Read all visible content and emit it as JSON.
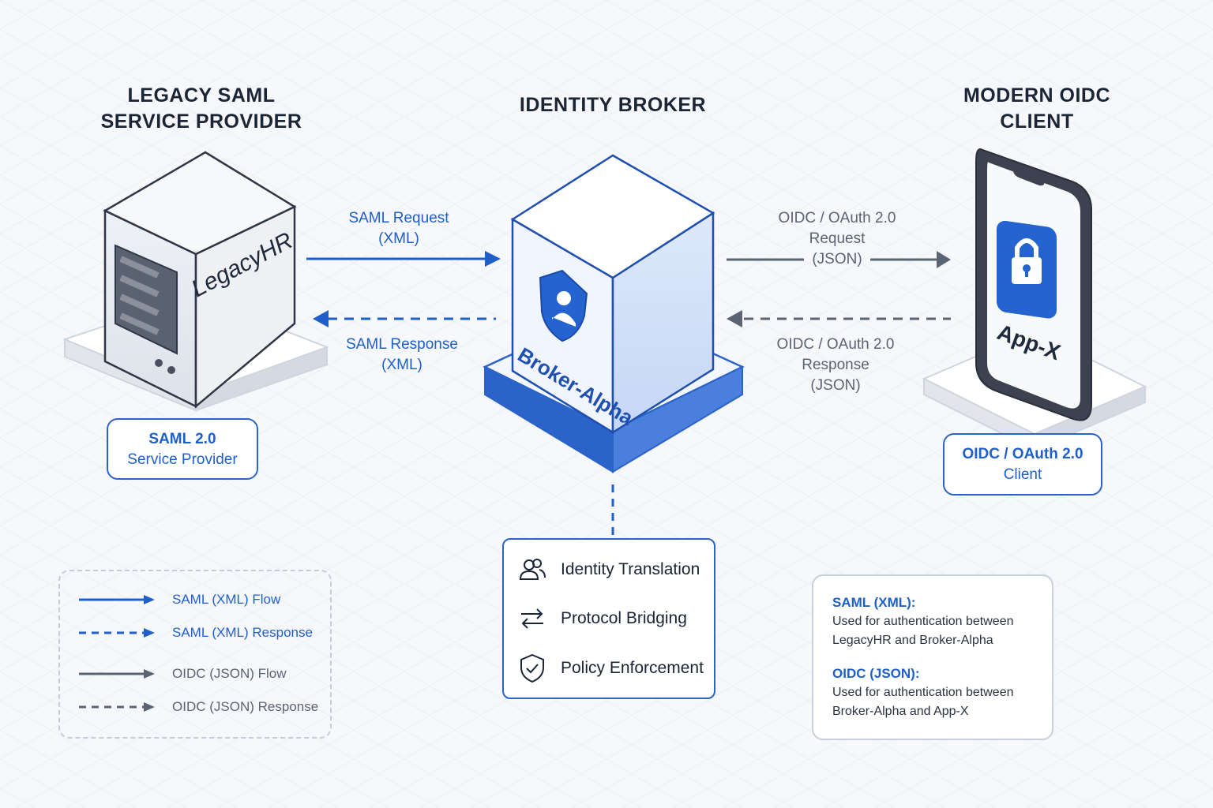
{
  "nodes": {
    "legacy": {
      "heading": "LEGACY SAML\nSERVICE PROVIDER",
      "device_label": "LegacyHR",
      "role_title": "SAML 2.0",
      "role_subtitle": "Service Provider"
    },
    "broker": {
      "heading": "IDENTITY BROKER",
      "device_label": "Broker-Alpha"
    },
    "client": {
      "heading": "MODERN OIDC\nCLIENT",
      "device_label": "App-X",
      "role_title": "OIDC / OAuth 2.0",
      "role_subtitle": "Client"
    }
  },
  "flows": {
    "saml_request": "SAML Request\n(XML)",
    "saml_response": "SAML Response\n(XML)",
    "oidc_request": "OIDC / OAuth 2.0\nRequest\n(JSON)",
    "oidc_response": "OIDC / OAuth 2.0\nResponse\n(JSON)"
  },
  "functions": [
    {
      "label": "Identity Translation",
      "icon": "users-icon"
    },
    {
      "label": "Protocol Bridging",
      "icon": "swap-arrows-icon"
    },
    {
      "label": "Policy Enforcement",
      "icon": "shield-check-icon"
    }
  ],
  "legend": [
    {
      "label": "SAML (XML) Flow",
      "style": "solid",
      "color": "#1f5fc9"
    },
    {
      "label": "SAML (XML) Response",
      "style": "dashed",
      "color": "#1f5fc9"
    },
    {
      "label": "OIDC (JSON) Flow",
      "style": "solid",
      "color": "#5b6472"
    },
    {
      "label": "OIDC (JSON) Response",
      "style": "dashed",
      "color": "#5b6472"
    }
  ],
  "notes": [
    {
      "title": "SAML (XML):",
      "text": "Used for authentication between\nLegacyHR and Broker-Alpha"
    },
    {
      "title": "OIDC (JSON):",
      "text": "Used for authentication between\nBroker-Alpha and App-X"
    }
  ],
  "colors": {
    "saml": "#1f5fc9",
    "oidc": "#5b6472",
    "background": "#f6f8fb"
  }
}
